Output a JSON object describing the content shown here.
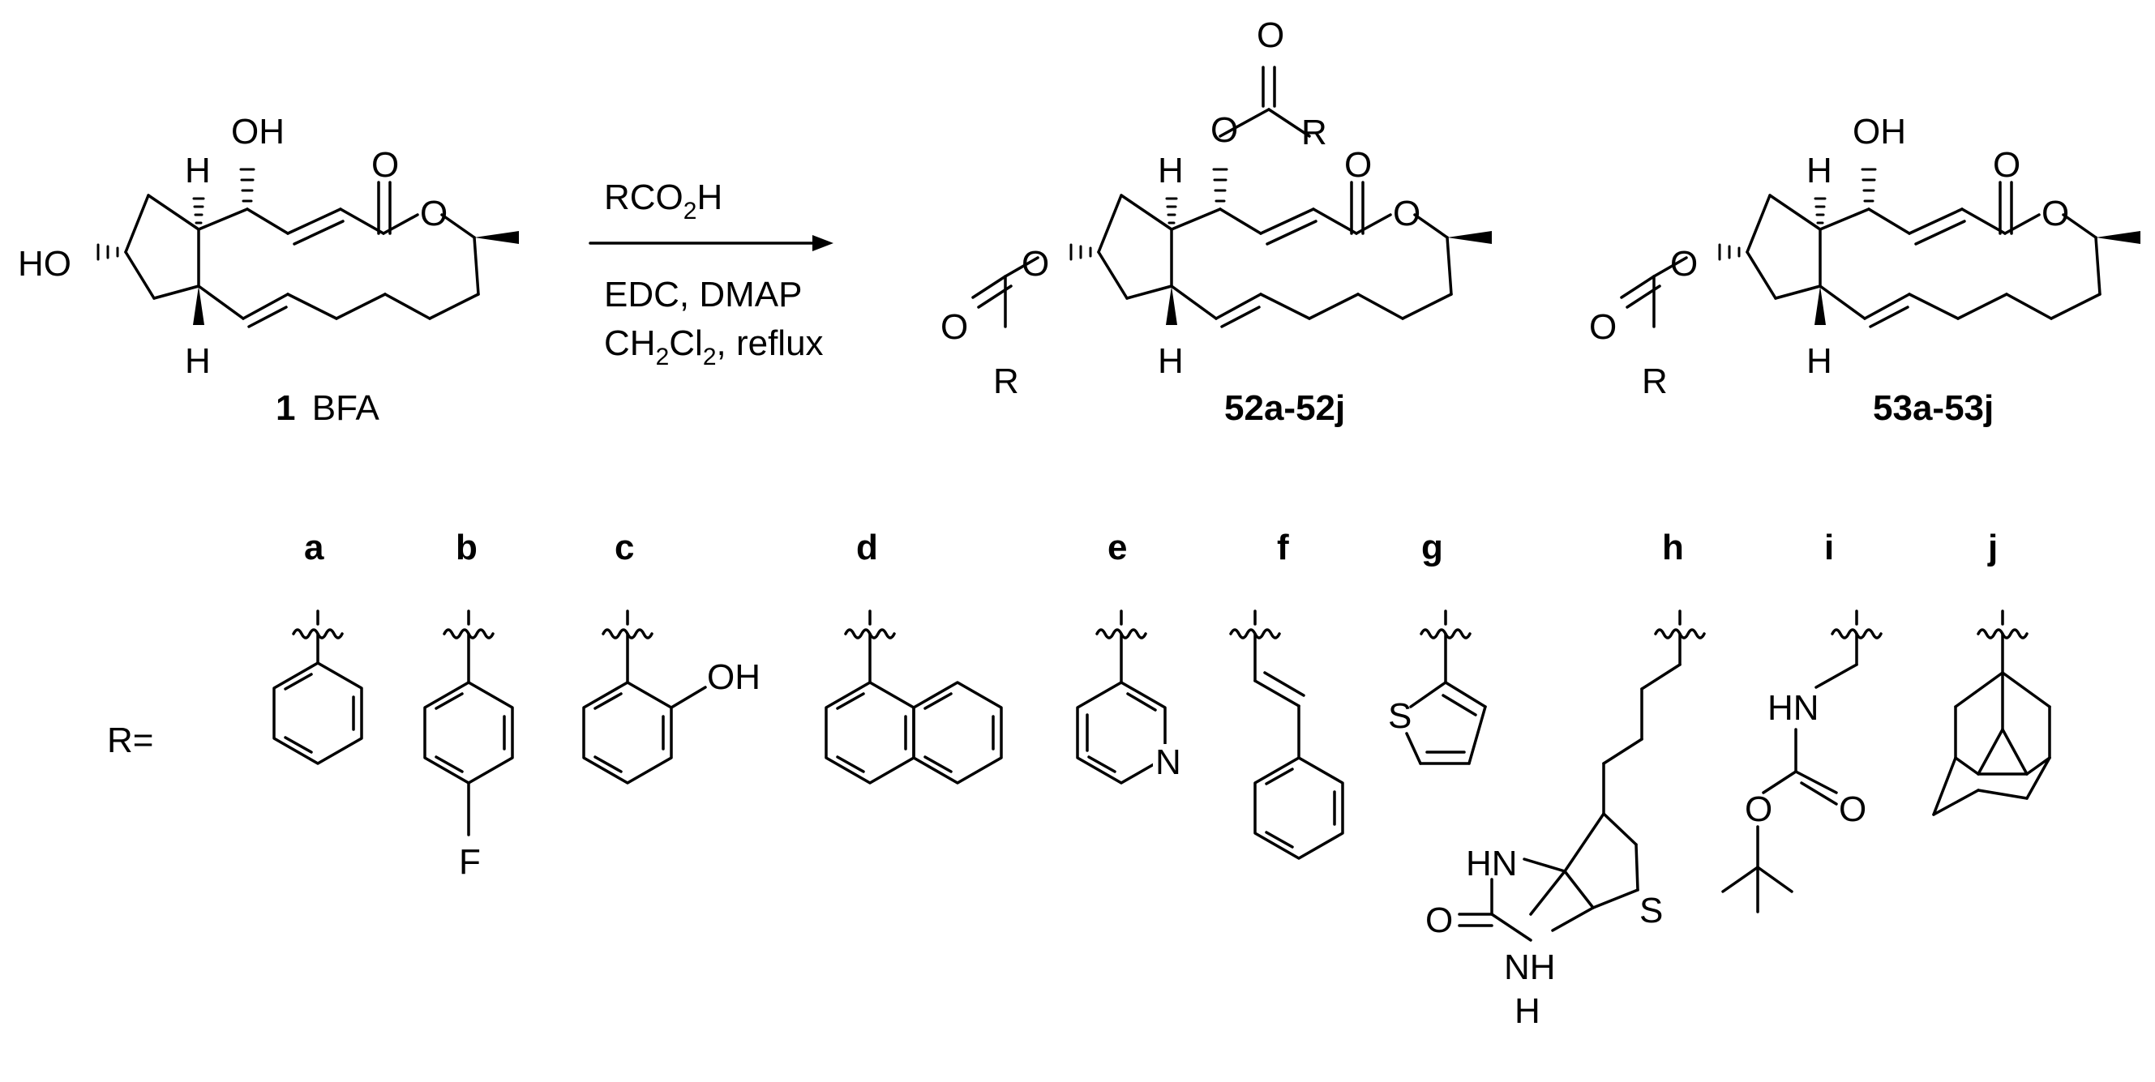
{
  "reaction": {
    "reagent_top": {
      "main": "RCO",
      "sub": "2",
      "tail": "H"
    },
    "reagent_line2": "EDC, DMAP",
    "reagent_line3": {
      "a": "CH",
      "sub1": "2",
      "b": "Cl",
      "sub2": "2",
      "c": ", reflux"
    }
  },
  "compounds": {
    "start": {
      "number": "1",
      "name": "BFA"
    },
    "product1": {
      "label": "52a-52j"
    },
    "product2": {
      "label": "53a-53j"
    }
  },
  "atoms": {
    "oh": "OH",
    "ho": "HO",
    "h": "H",
    "o": "O",
    "r": "R",
    "f": "F",
    "n": "N",
    "s": "S",
    "hn": "HN",
    "nh": "NH"
  },
  "r_groups": {
    "prefix": "R=",
    "letters": [
      "a",
      "b",
      "c",
      "d",
      "e",
      "f",
      "g",
      "h",
      "i",
      "j"
    ]
  }
}
